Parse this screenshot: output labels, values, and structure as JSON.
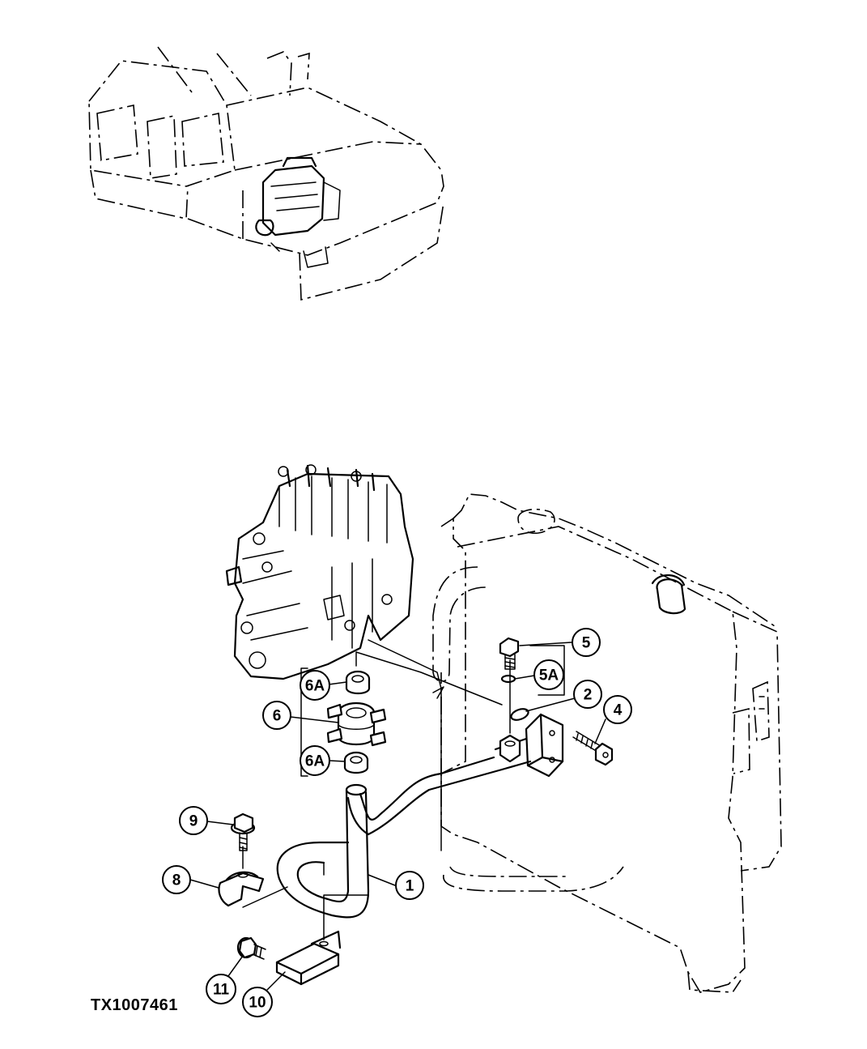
{
  "figure_id": "TX1007461",
  "callouts": {
    "c1": "1",
    "c2": "2",
    "c4": "4",
    "c5": "5",
    "c5a": "5A",
    "c6": "6",
    "c6a_top": "6A",
    "c6a_bottom": "6A",
    "c8": "8",
    "c9": "9",
    "c10": "10",
    "c11": "11"
  }
}
